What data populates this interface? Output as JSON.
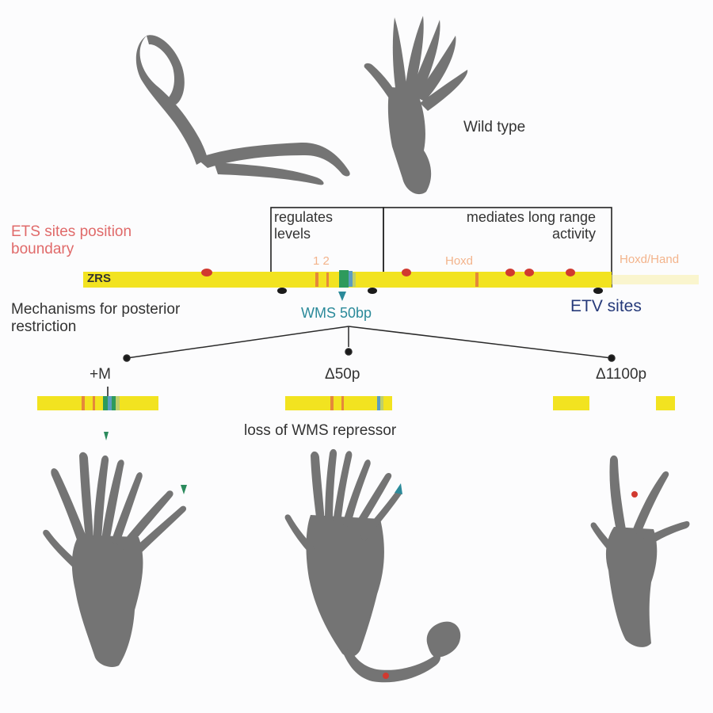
{
  "labels": {
    "wild_type": "Wild type",
    "ets_sites": "ETS sites position\nboundary",
    "zrs": "ZRS",
    "regulates": "regulates\nlevels",
    "mediates": "mediates long range\nactivity",
    "mechanisms": "Mechanisms for posterior\nrestriction",
    "wms": "WMS 50bp",
    "etv_sites": "ETV sites",
    "hoxd": "Hoxd",
    "hoxd_right": "Hoxd/Hand",
    "num_12": "1  2",
    "mut_a": "+M",
    "mut_b": "Δ50p",
    "mut_c": "Δ1100p",
    "loss": "loss of WMS repressor"
  },
  "colors": {
    "bar_yellow": "#f2e320",
    "ets_red": "#d13a30",
    "wms_green": "#2e9a5c",
    "limb_gray": "#747474",
    "etv_navy": "#263a7a",
    "text_red": "#e06a6a",
    "teal": "#2b8a9a"
  }
}
